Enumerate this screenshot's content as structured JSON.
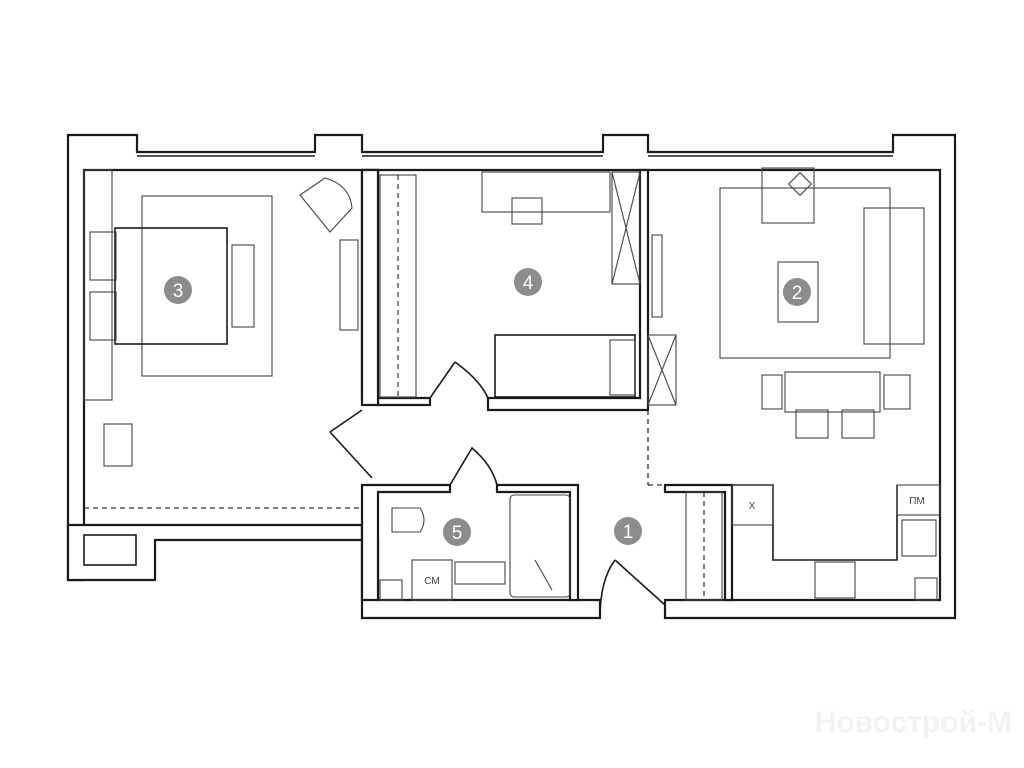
{
  "rooms": [
    {
      "number": "1"
    },
    {
      "number": "2"
    },
    {
      "number": "3"
    },
    {
      "number": "4"
    },
    {
      "number": "5"
    }
  ],
  "fixtures": {
    "washing_machine": "СМ",
    "fridge": "Х",
    "dishwasher": "ПМ"
  },
  "watermark": "Новострой-М",
  "colors": {
    "marker": "#8c8c8c",
    "wall": "#1a1a1a"
  }
}
